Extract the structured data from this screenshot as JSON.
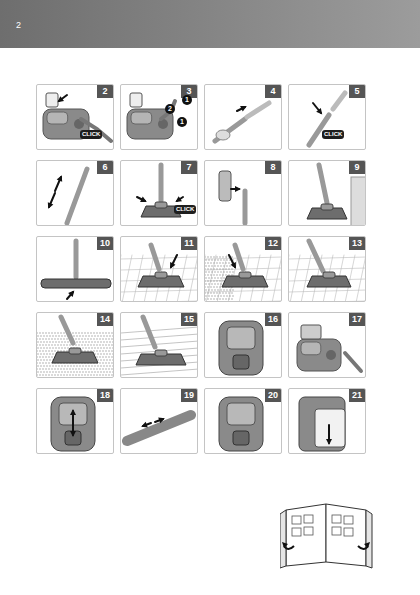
{
  "diagram": {
    "nodes": [
      {
        "text": [
          "2"
        ]
      },
      {
        "text": [
          "3"
        ]
      },
      {
        "text": [
          "4"
        ]
      },
      {
        "text": [
          "5"
        ]
      },
      {
        "text": [
          "6"
        ]
      },
      {
        "text": [
          "7"
        ]
      },
      {
        "text": [
          "8"
        ]
      },
      {
        "text": [
          "9"
        ]
      },
      {
        "text": [
          "10"
        ]
      },
      {
        "text": [
          "11"
        ]
      },
      {
        "text": [
          "12"
        ]
      },
      {
        "text": [
          "13"
        ]
      },
      {
        "text": [
          "14"
        ]
      },
      {
        "text": [
          "15"
        ]
      },
      {
        "text": [
          "16"
        ]
      },
      {
        "text": [
          "17"
        ]
      },
      {
        "text": [
          "18"
        ]
      },
      {
        "text": [
          "19"
        ]
      },
      {
        "text": [
          "20"
        ]
      },
      {
        "text": [
          "21"
        ]
      }
    ],
    "labels": [
      "2",
      "CLICK",
      "1",
      "2",
      "1",
      "CLICK",
      "CLICK"
    ]
  }
}
